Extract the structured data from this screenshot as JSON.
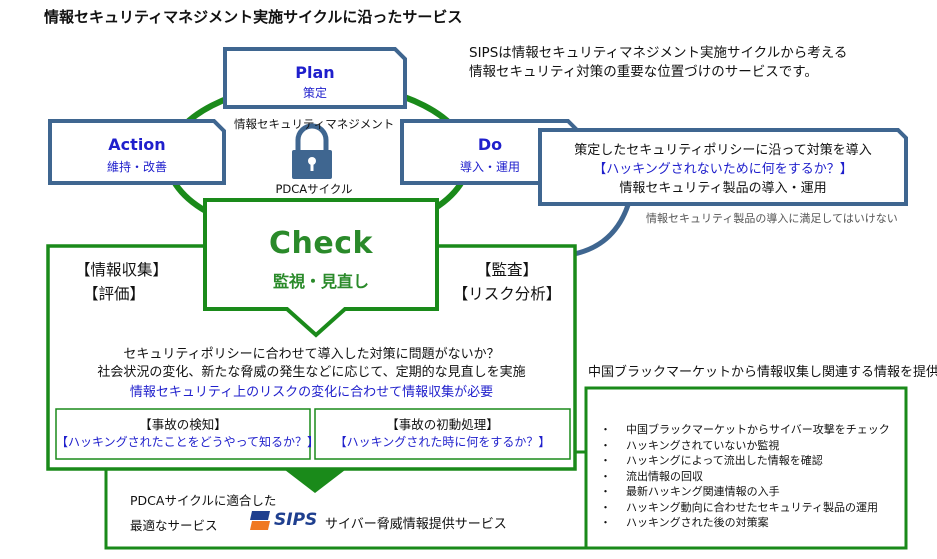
{
  "page_title": "情報セキュリティマネジメント実施サイクルに沿ったサービス",
  "intro_lines": [
    "SIPSは情報セキュリティマネジメント実施サイクルから考える",
    "情報セキュリティ対策の重要な位置づけのサービスです。"
  ],
  "cycle": {
    "center_top_label": "情報セキュリティマネジメント",
    "center_bottom_label": "PDCAサイクル",
    "lock_icon": "lock-icon",
    "plan": {
      "title": "Plan",
      "subtitle": "策定"
    },
    "action": {
      "title": "Action",
      "subtitle": "維持・改善"
    },
    "do": {
      "title": "Do",
      "subtitle": "導入・運用"
    },
    "check": {
      "title": "Check",
      "subtitle": "監視・見直し"
    }
  },
  "do_detail": {
    "line1": "策定したセキュリティポリシーに沿って対策を導入",
    "line2": "【ハッキングされないために何をするか？】",
    "line3": "情報セキュリティ製品の導入・運用",
    "note": "情報セキュリティ製品の導入に満足してはいけない"
  },
  "check_detail": {
    "left_label_1": "【情報収集】",
    "left_label_2": "【評価】",
    "right_label_1": "【監査】",
    "right_label_2": "【リスク分析】",
    "question": "セキュリティポリシーに合わせて導入した対策に問題がないか？",
    "review": "社会状況の変化、新たな脅威の発生などに応じて、定期的な見直しを実施",
    "emphasis": "情報セキュリティ上のリスクの変化に合わせて情報収集が必要",
    "detect_title": "【事故の検知】",
    "detect_question": "【ハッキングされたことをどうやって知るか？】",
    "response_title": "【事故の初動処理】",
    "response_question": "【ハッキングされた時に何をするか？】"
  },
  "market": {
    "heading": "中国ブラックマーケットから情報収集し関連する情報を提供",
    "items": [
      "中国ブラックマーケットからサイバー攻撃をチェック",
      "ハッキングされていないか監視",
      "ハッキングによって流出した情報を確認",
      "流出情報の回収",
      "最新ハッキング関連情報の入手",
      "ハッキング動向に合わせたセキュリティ製品の運用",
      "ハッキングされた後の対策案"
    ]
  },
  "footer": {
    "line1": "PDCAサイクルに適合した",
    "line2": "最適なサービス",
    "logo_text": "SIPS",
    "service_name": "サイバー脅威情報提供サービス"
  },
  "colors": {
    "plan_box": "#3f6690",
    "cycle_green": "#1a8a1a",
    "check_title": "#2a8a2a",
    "question_blue": "#1f1fcc"
  }
}
